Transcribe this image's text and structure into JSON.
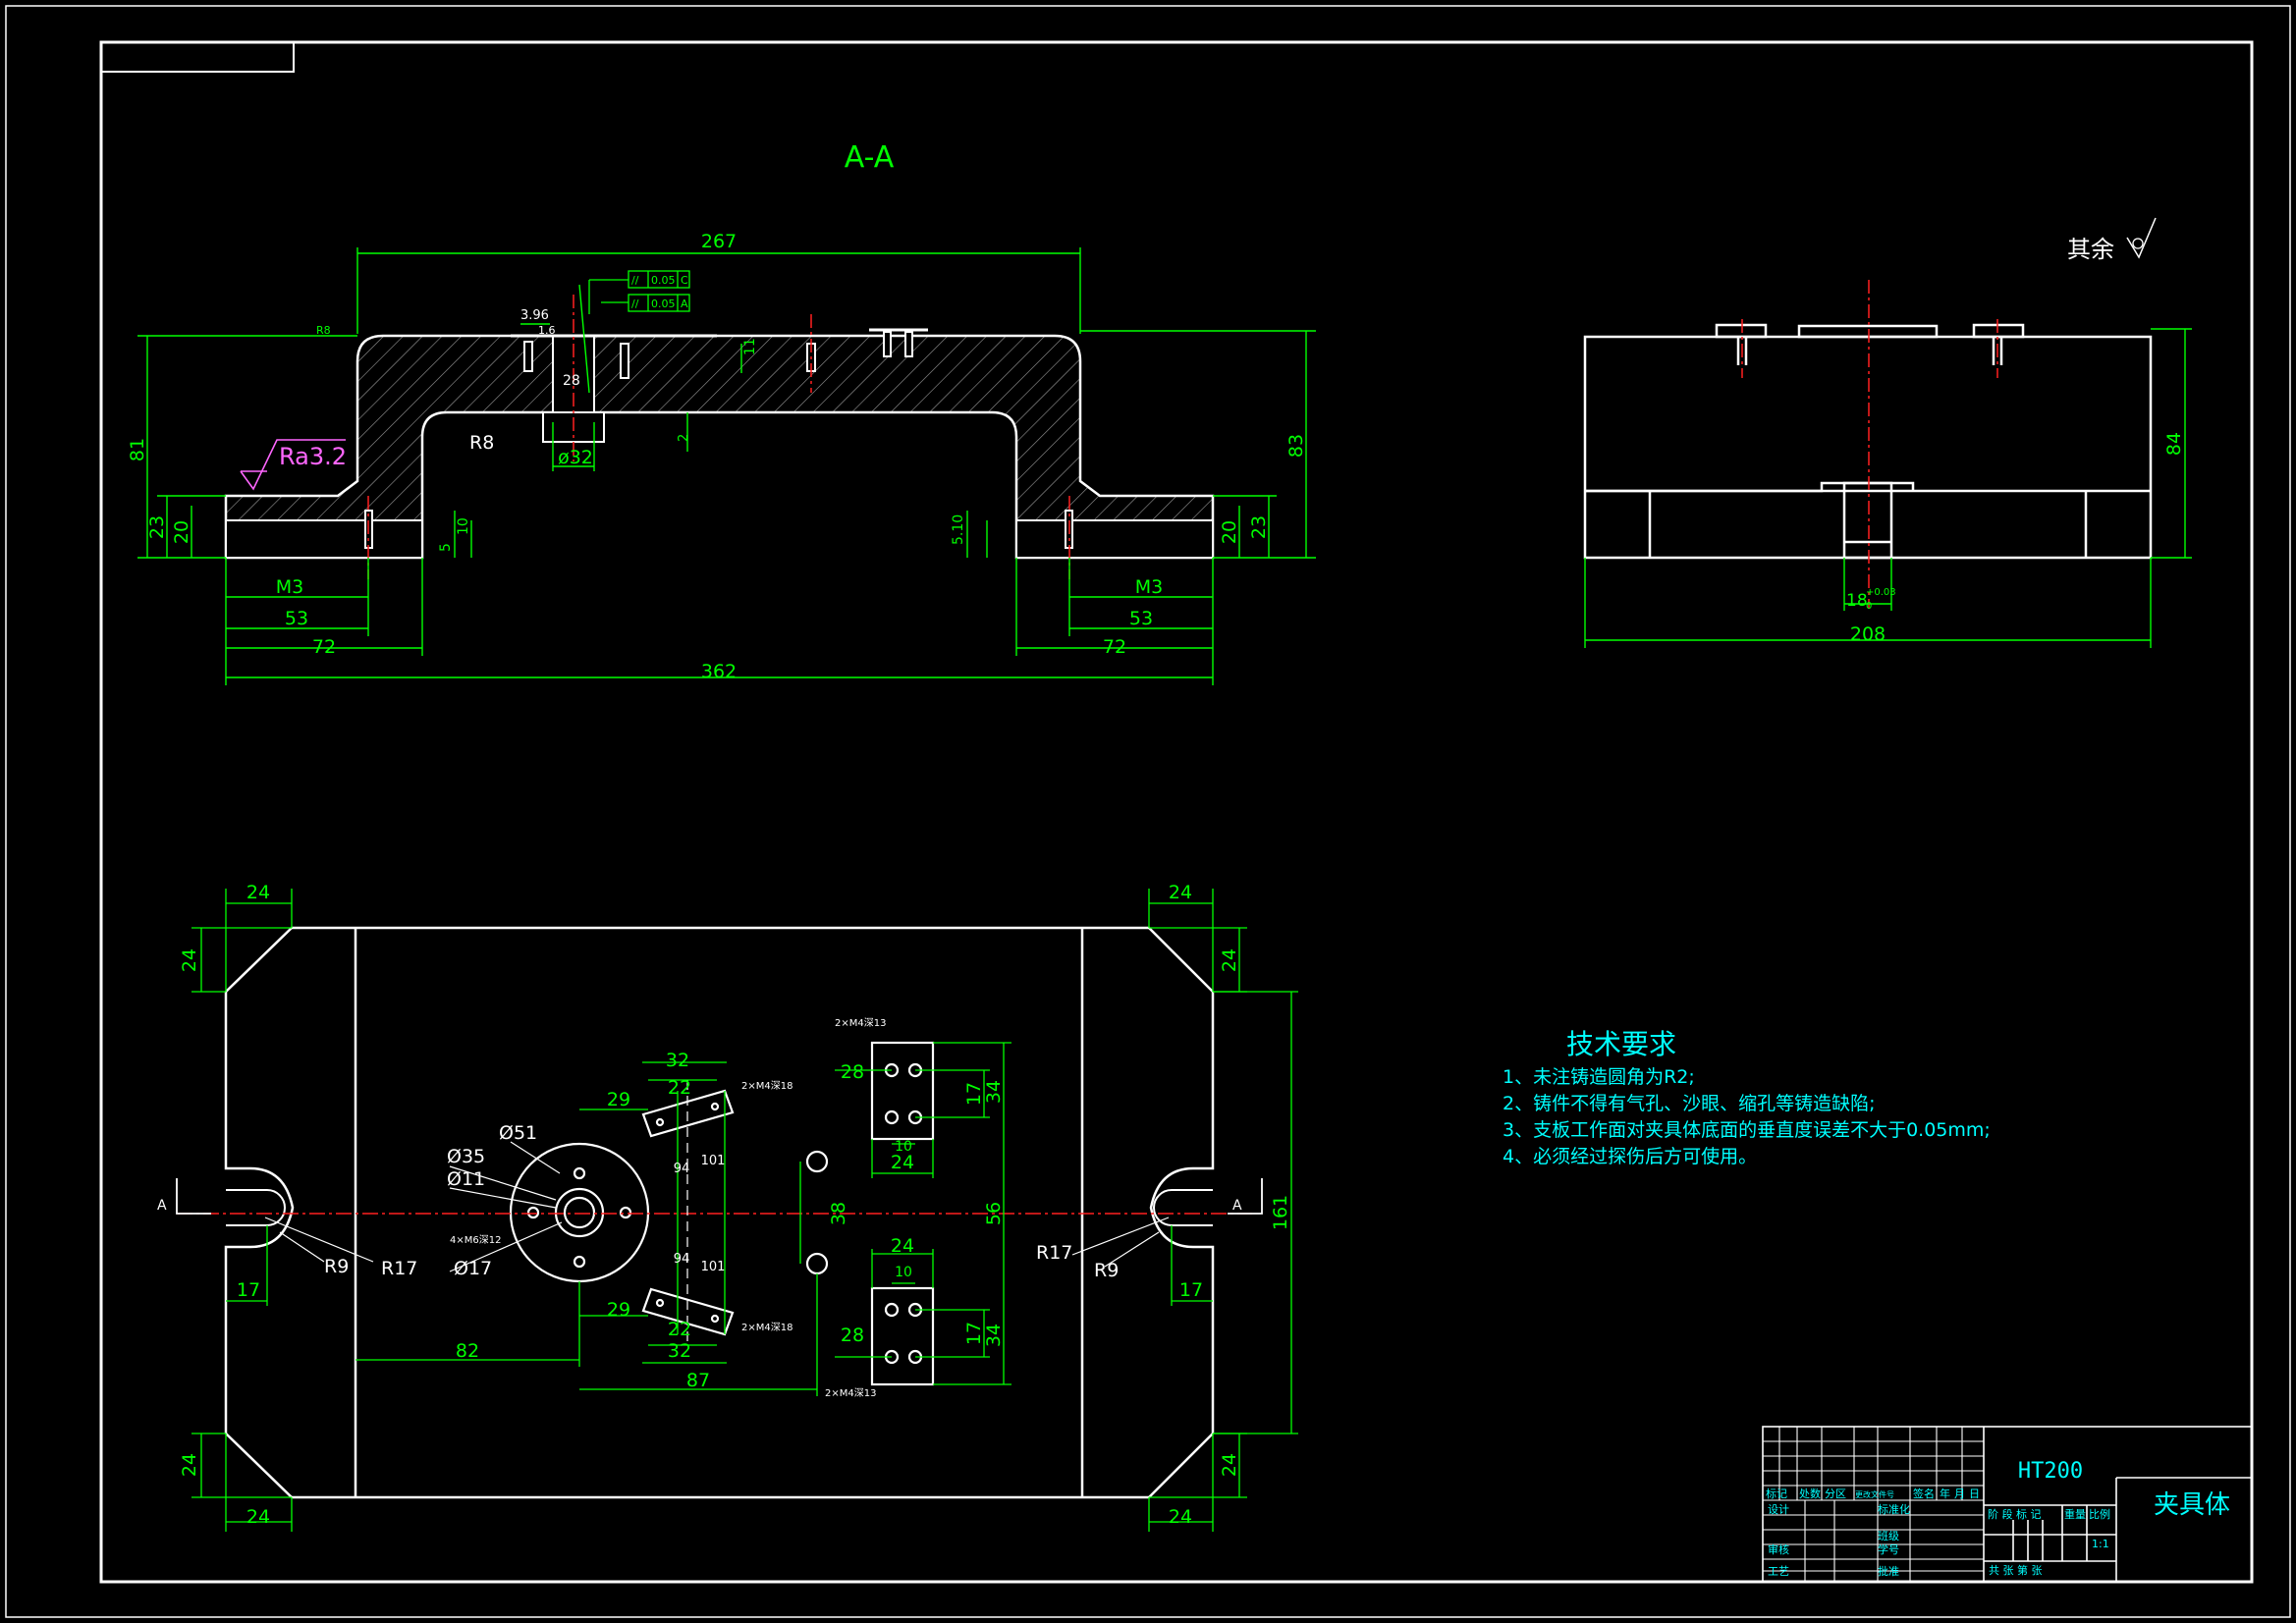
{
  "colors": {
    "background": "#000000",
    "frame": "#ffffff",
    "dimension": "#00ff00",
    "text_cyan": "#00ffff",
    "centerline": "#ff2020",
    "roughness": "#ff66ff",
    "geometry": "#ffffff"
  },
  "section_view": {
    "title": "A-A",
    "dims": {
      "overall_top": "267",
      "overall_bottom": "362",
      "height_left": "81",
      "height_right": "83",
      "foot_left_23": "23",
      "foot_left_20": "20",
      "foot_right_20": "20",
      "foot_right_23": "23",
      "radius_top": "R8",
      "radius_inner": "R8",
      "bore": "ø32",
      "depth_28": "28",
      "step_11": "11",
      "step_2": "2",
      "step_396": "3.96",
      "step_16": "1.6",
      "d_5": "5",
      "d_10": "10",
      "d_510": "5.10",
      "left_53": "53",
      "left_72": "72",
      "right_53": "53",
      "right_72": "72",
      "thread_left": "M3",
      "thread_right": "M3"
    },
    "roughness": "Ra3.2",
    "tolerance_frames": [
      {
        "symbol": "//",
        "value": "0.05",
        "datum": "C"
      },
      {
        "symbol": "//",
        "value": "0.05",
        "datum": "A"
      }
    ]
  },
  "side_view": {
    "roughness_note": "其余",
    "dims": {
      "height": "84",
      "width": "208",
      "slot": "18",
      "slot_tol_upper": "+0.03",
      "slot_tol_lower": "0"
    }
  },
  "plan_view": {
    "section_mark_left": "A",
    "section_mark_right": "A",
    "dims": {
      "chamfer_tl_h": "24",
      "chamfer_tl_v": "24",
      "chamfer_tr_h": "24",
      "chamfer_tr_v": "24",
      "chamfer_bl_h": "24",
      "chamfer_bl_v": "24",
      "chamfer_br_h": "24",
      "chamfer_br_v": "24",
      "slot_left_17": "17",
      "slot_right_17": "17",
      "r9_left": "R9",
      "r17_left": "R17",
      "r17_right": "R17",
      "r9_right": "R9",
      "overall_height": "161",
      "dia_51": "Ø51",
      "dia_35": "Ø35",
      "dia_11": "Ø11",
      "dia_17": "Ø17",
      "holes_center": "4×M6深12",
      "dim_82": "82",
      "dim_87": "87",
      "dim_32_top": "32",
      "dim_22_top": "22",
      "dim_29_top": "29",
      "dim_32_bot": "32",
      "dim_22_bot": "22",
      "dim_29_bot": "29",
      "dim_94_top": "94",
      "dim_101_top": "101",
      "dim_94_bot": "94",
      "dim_101_bot": "101",
      "dim_38": "38",
      "dim_56": "56",
      "block_28_top": "28",
      "block_17_top": "17",
      "block_34_top": "34",
      "block_10_top": "10",
      "block_24_top": "24",
      "block_24_bot": "24",
      "block_10_bot": "10",
      "block_28_bot": "28",
      "block_17_bot": "17",
      "block_34_bot": "34",
      "holes_top_block": "2×M4深13",
      "holes_top_slot": "2×M4深18",
      "holes_bot_slot": "2×M4深18",
      "holes_bot_block": "2×M4深13"
    }
  },
  "technical_requirements": {
    "heading": "技术要求",
    "items": [
      "1、未注铸造圆角为R2;",
      "2、铸件不得有气孔、沙眼、缩孔等铸造缺陷;",
      "3、支板工作面对夹具体底面的垂直度误差不大于0.05mm;",
      "4、必须经过探伤后方可使用。"
    ]
  },
  "title_block": {
    "material": "HT200",
    "part_name": "夹具体",
    "labels": {
      "revision_row": [
        "标记",
        "处数",
        "分区",
        "更改文件号",
        "签名",
        "年",
        "月",
        "日"
      ],
      "design": "设计",
      "standardize": "标准化",
      "review": "审核",
      "process": "工艺",
      "class": "班级",
      "student_no": "学号",
      "approve": "批准",
      "stage": "阶 段 标 记",
      "weight": "重量",
      "scale": "比例",
      "scale_value": "1:1",
      "sheets": "共    张    第    张"
    }
  }
}
